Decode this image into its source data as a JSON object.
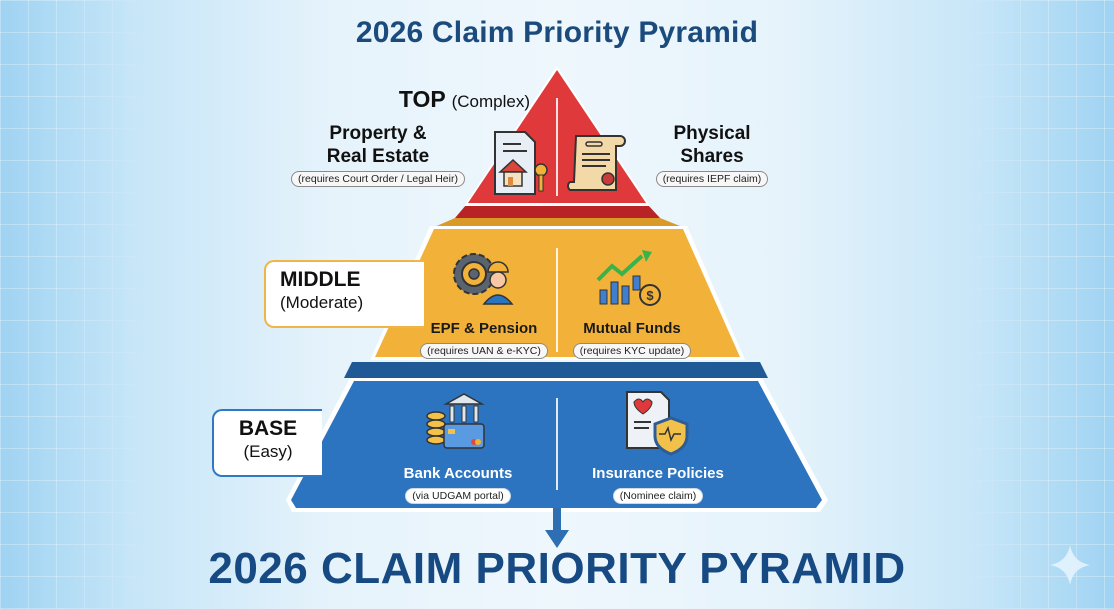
{
  "title": "2026 Claim Priority Pyramid",
  "footer_title": "2026 CLAIM PRIORITY PYRAMID",
  "colors": {
    "title": "#1b4b7c",
    "top_tier": "#e0393b",
    "middle_tier": "#f2b23a",
    "base_tier": "#2d74c0",
    "background": "#e6f3fb"
  },
  "levels": {
    "top": {
      "label": "TOP",
      "difficulty": "(Complex)",
      "items": [
        {
          "title_line1": "Property &",
          "title_line2": "Real Estate",
          "note": "(requires Court Order / Legal Heir)",
          "icon": "property-key-document-icon"
        },
        {
          "title_line1": "Physical",
          "title_line2": "Shares",
          "note": "(requires IEPF claim)",
          "icon": "certificate-scroll-icon"
        }
      ]
    },
    "middle": {
      "label": "MIDDLE",
      "difficulty": "(Moderate)",
      "items": [
        {
          "title": "EPF & Pension",
          "note": "(requires UAN & e-KYC)",
          "icon": "gear-worker-icon"
        },
        {
          "title": "Mutual Funds",
          "note": "(requires KYC update)",
          "icon": "growth-chart-dollar-icon"
        }
      ]
    },
    "base": {
      "label": "BASE",
      "difficulty": "(Easy)",
      "items": [
        {
          "title": "Bank Accounts",
          "note": "(via UDGAM portal)",
          "icon": "bank-coins-card-icon"
        },
        {
          "title": "Insurance Policies",
          "note": "(Nominee claim)",
          "icon": "insurance-shield-document-icon"
        }
      ]
    }
  }
}
